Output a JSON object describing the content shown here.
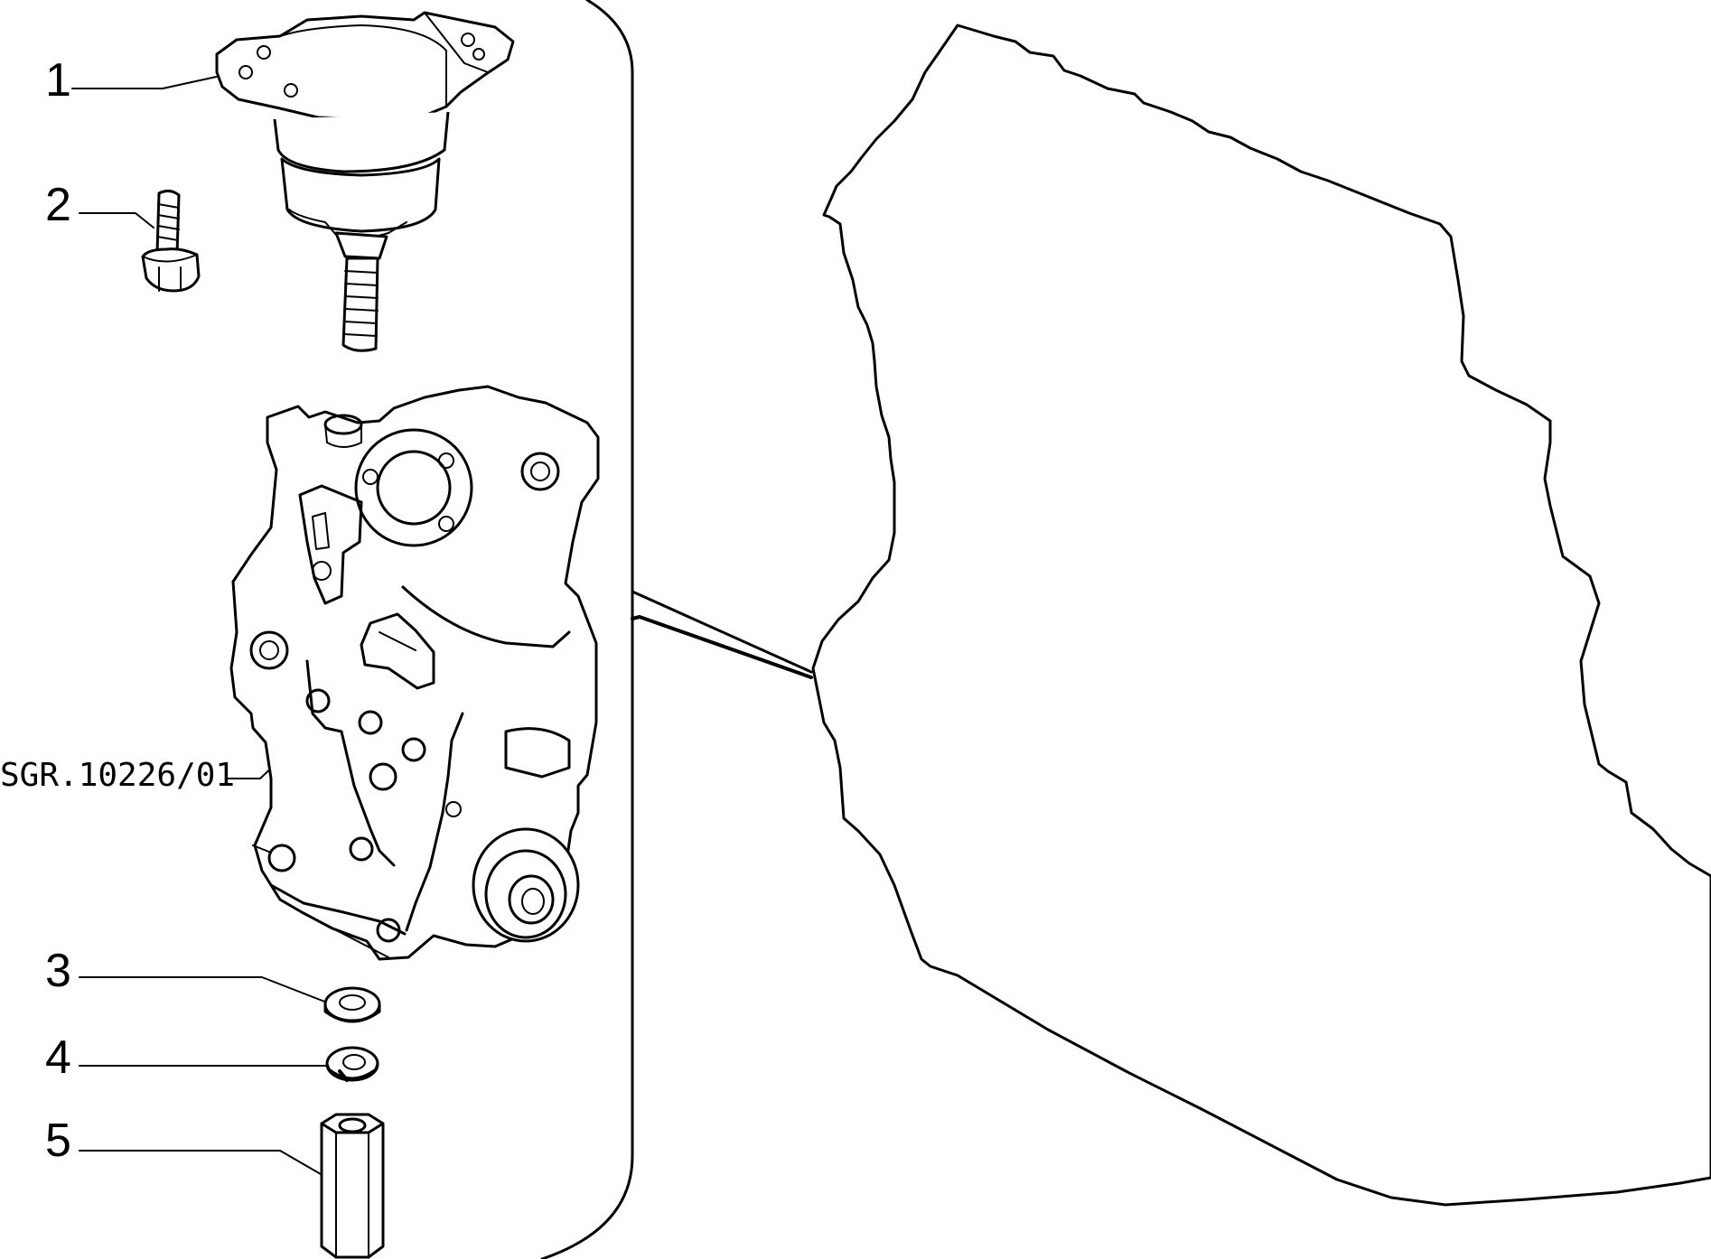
{
  "callouts": [
    {
      "id": "1",
      "label": "1"
    },
    {
      "id": "2",
      "label": "2"
    },
    {
      "id": "3",
      "label": "3"
    },
    {
      "id": "4",
      "label": "4"
    },
    {
      "id": "5",
      "label": "5"
    }
  ],
  "reference_code": "SGR.10226/01"
}
